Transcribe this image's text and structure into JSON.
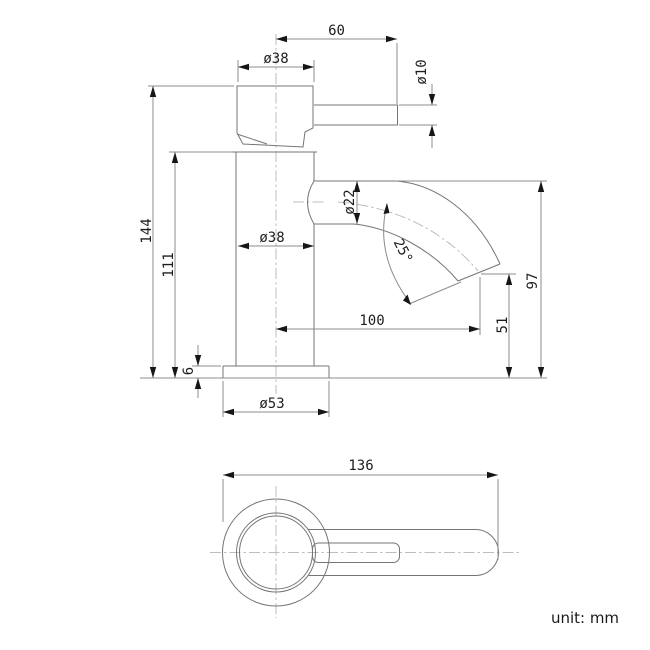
{
  "drawing": {
    "type": "faucet technical drawing",
    "dimensions": {
      "handle_length": "60",
      "handle_cap_diameter": "ø38",
      "lever_diameter": "ø10",
      "overall_height": "144",
      "body_height": "111",
      "body_diameter": "ø38",
      "spout_diameter": "ø22",
      "spout_angle": "25°",
      "spout_reach": "100",
      "outlet_height": "51",
      "spout_height": "97",
      "base_height": "6",
      "base_diameter": "ø53",
      "top_view_overall_length": "136"
    },
    "footer": {
      "unit_label": "unit: mm"
    }
  }
}
